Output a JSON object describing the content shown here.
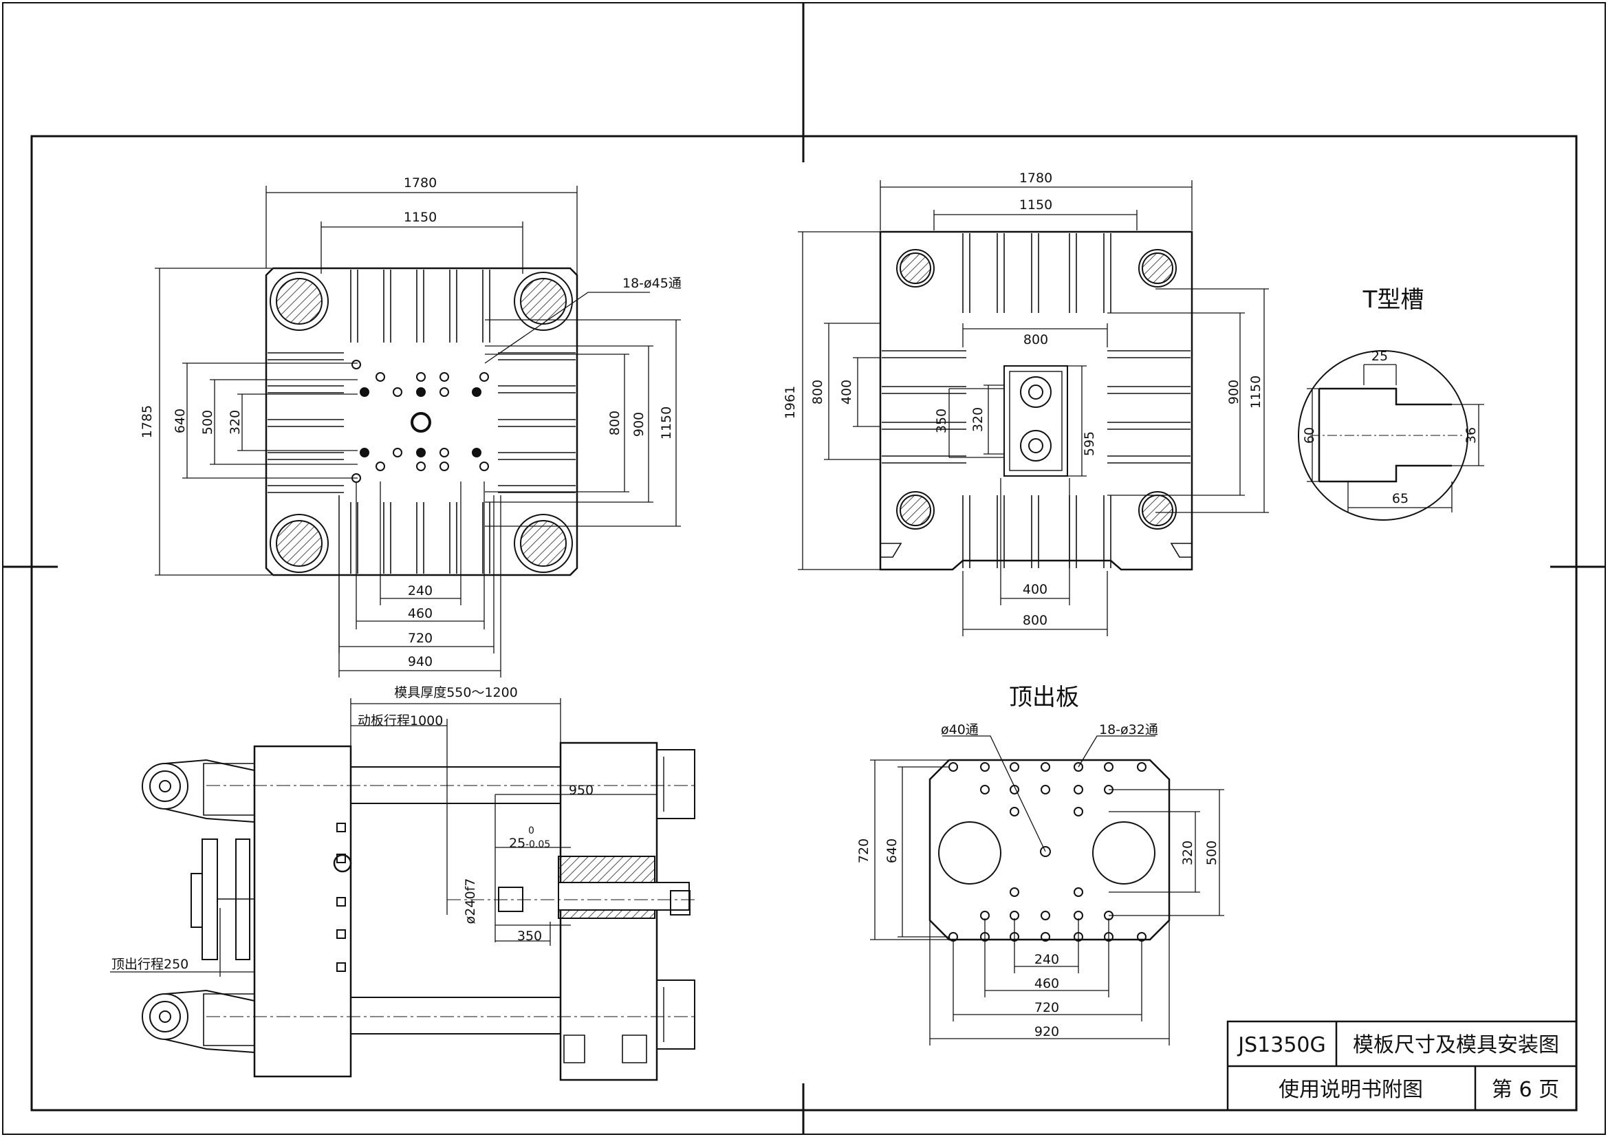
{
  "titles": {
    "t_slot": "T型槽",
    "ejector_plate": "顶出板"
  },
  "view1": {
    "d_1780": "1780",
    "d_1150_top": "1150",
    "holes_note": "18-ø45通",
    "d_1785": "1785",
    "d_640": "640",
    "d_500": "500",
    "d_320": "320",
    "d_800": "800",
    "d_900": "900",
    "d_1150_right": "1150",
    "d_240": "240",
    "d_460": "460",
    "d_720": "720",
    "d_940": "940"
  },
  "view2": {
    "d_1780": "1780",
    "d_1150_top": "1150",
    "d_800_top": "800",
    "d_1961": "1961",
    "d_800_left": "800",
    "d_400_left": "400",
    "d_350": "350",
    "d_320": "320",
    "d_595": "595",
    "d_900": "900",
    "d_1150_right": "1150",
    "d_400_bottom": "400",
    "d_800_bottom": "800"
  },
  "tslot": {
    "d_25": "25",
    "d_60": "60",
    "d_36": "36",
    "d_65": "65"
  },
  "side_view": {
    "mold_thickness": "模具厚度550～1200",
    "platen_stroke": "动板行程1000",
    "d_950": "950",
    "tol_label": "25",
    "tol_upper": "0",
    "tol_lower": "-0.05",
    "d_240f7": "ø240f7",
    "d_350": "350",
    "ejector_stroke": "顶出行程250"
  },
  "ejector": {
    "center_hole": "ø40通",
    "holes_note": "18-ø32通",
    "d_720": "720",
    "d_640": "640",
    "d_320": "320",
    "d_500": "500",
    "d_240": "240",
    "d_460": "460",
    "d_720_bottom": "720",
    "d_920": "920"
  },
  "title_block": {
    "model": "JS1350G",
    "drawing_title": "模板尺寸及模具安装图",
    "doc_type": "使用说明书附图",
    "page": "第 6 页"
  }
}
